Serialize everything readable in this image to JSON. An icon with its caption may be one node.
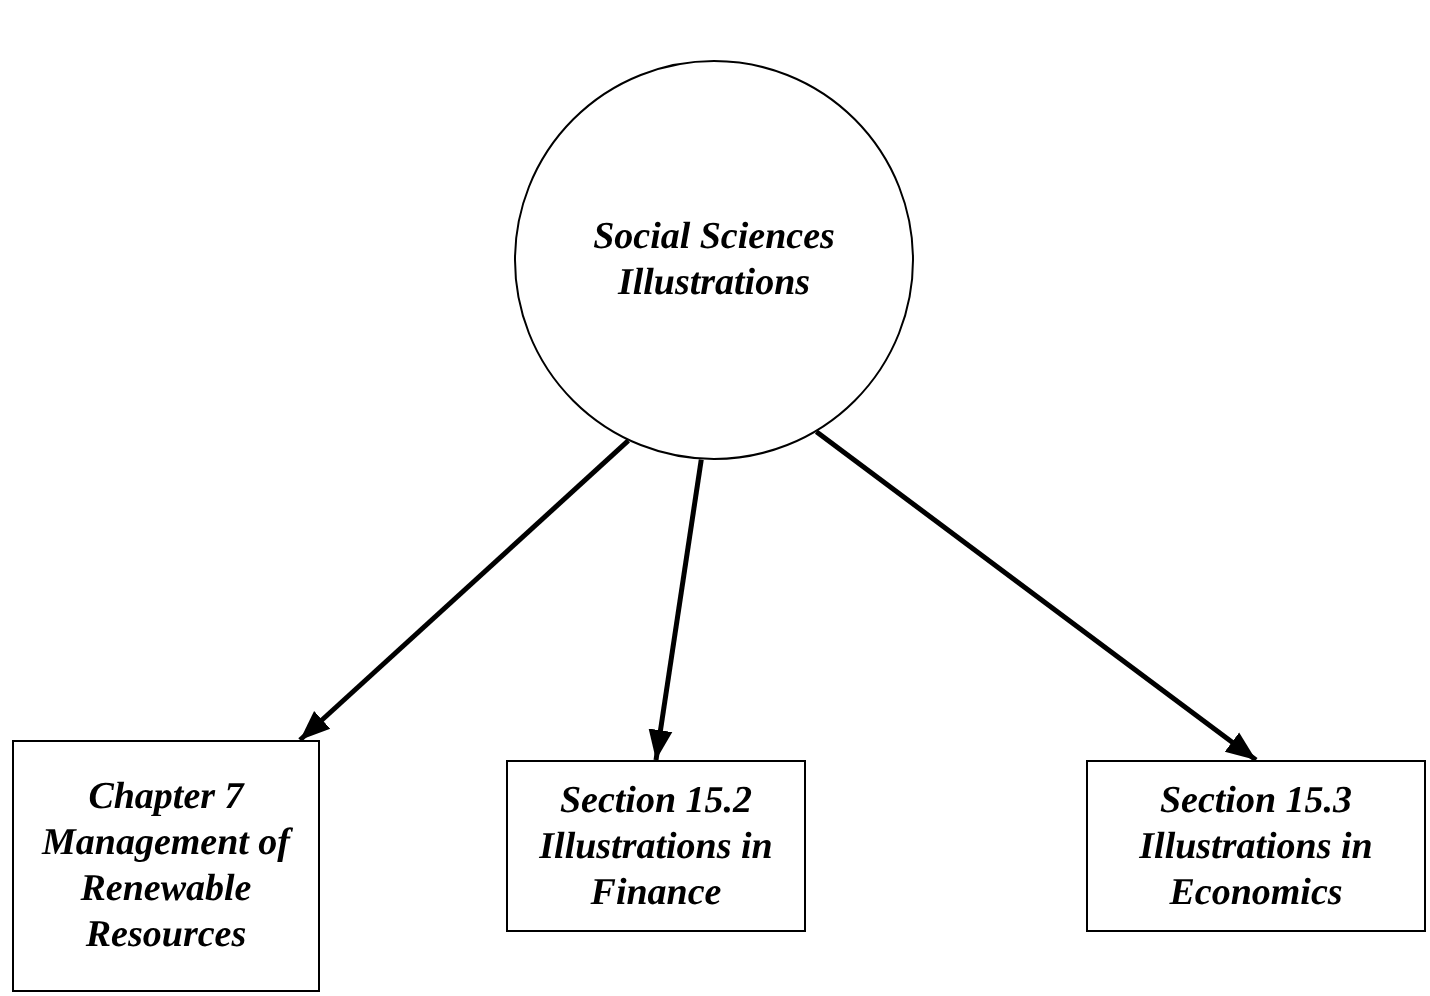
{
  "diagram": {
    "nodes": [
      {
        "text": [
          "Social Sciences Illustrations"
        ]
      },
      {
        "text": [
          "Chapter 7 Management of Renewable Resources"
        ]
      },
      {
        "text": [
          "Section 15.2 Illustrations in Finance"
        ]
      },
      {
        "text": [
          "Section 15.3 Illustrations in Economics"
        ]
      }
    ],
    "edges": [
      {
        "from": 0,
        "to": 1,
        "arrow": "to"
      },
      {
        "from": 0,
        "to": 2,
        "arrow": "to"
      },
      {
        "from": 0,
        "to": 3,
        "arrow": "to"
      }
    ]
  }
}
